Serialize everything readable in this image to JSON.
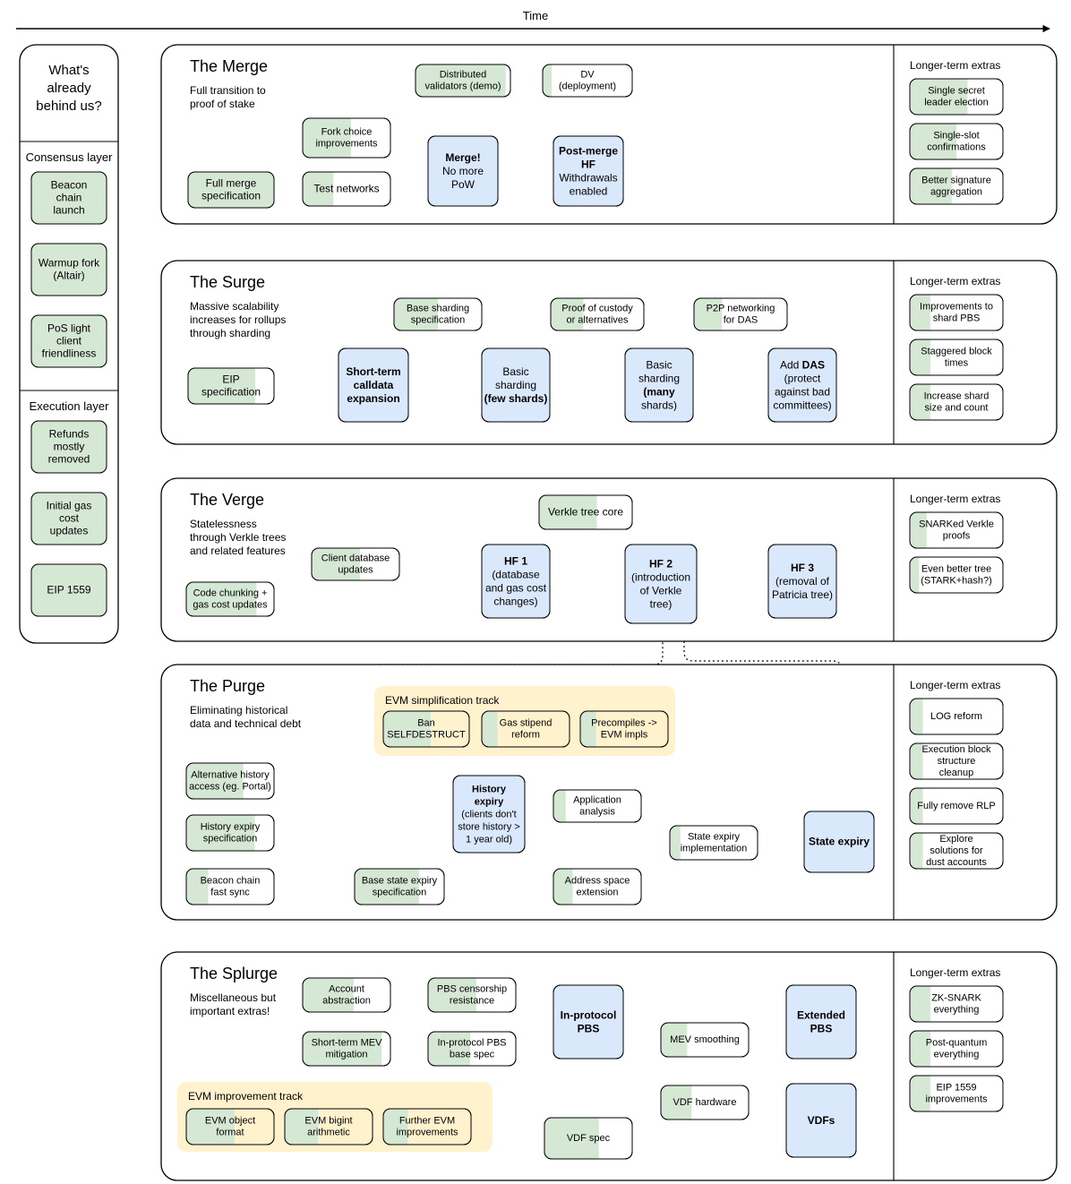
{
  "timeline": {
    "label": "Time"
  },
  "colors": {
    "green": "#d5e8d4",
    "green_stroke": "#82b366",
    "blue": "#dae8fc",
    "blue_stroke": "#6c8ebf",
    "yellow": "#fff2cc",
    "yellow_stroke": "#ffe6cc",
    "panel_stroke": "#000000",
    "background": "#ffffff"
  },
  "sidebar": {
    "title": "What's already behind us?",
    "groups": [
      {
        "heading": "Consensus layer",
        "items": [
          {
            "label": "Beacon chain launch",
            "fill": "green",
            "progress": 100
          },
          {
            "label": "Warmup fork (Altair)",
            "fill": "green",
            "progress": 100
          },
          {
            "label": "PoS light client friendliness",
            "fill": "green",
            "progress": 100
          }
        ]
      },
      {
        "heading": "Execution layer",
        "items": [
          {
            "label": "Refunds mostly removed",
            "fill": "green",
            "progress": 100
          },
          {
            "label": "Initial gas cost updates",
            "fill": "green",
            "progress": 100
          },
          {
            "label": "EIP 1559",
            "fill": "green",
            "progress": 100
          }
        ]
      }
    ]
  },
  "extras_heading": "Longer-term extras",
  "sections": [
    {
      "id": "merge",
      "title": "The Merge",
      "subtitle": "Full transition to proof of stake",
      "nodes": [
        {
          "id": "dv-demo",
          "label": "Distributed validators (demo)",
          "fill": "green",
          "progress": 95
        },
        {
          "id": "dv-deploy",
          "label": "DV (deployment)",
          "fill": "green",
          "progress": 10
        },
        {
          "id": "fork-choice",
          "label": "Fork choice improvements",
          "fill": "green",
          "progress": 55
        },
        {
          "id": "full-merge-spec",
          "label": "Full merge specification",
          "fill": "green",
          "progress": 100
        },
        {
          "id": "test-networks",
          "label": "Test networks",
          "fill": "green",
          "progress": 35
        },
        {
          "id": "merge",
          "label": "Merge! No more PoW",
          "bold_first": "Merge!",
          "fill": "blue",
          "progress": 0
        },
        {
          "id": "post-merge-hf",
          "label": "Post-merge HF Withdrawals enabled",
          "bold_first": "Post-merge HF",
          "fill": "blue",
          "progress": 0
        }
      ],
      "extras": [
        {
          "label": "Single secret leader election",
          "fill": "green",
          "progress": 62
        },
        {
          "label": "Single-slot confirmations",
          "fill": "green",
          "progress": 50
        },
        {
          "label": "Better signature aggregation",
          "fill": "green",
          "progress": 45
        }
      ]
    },
    {
      "id": "surge",
      "title": "The Surge",
      "subtitle": "Massive scalability increases for rollups through sharding",
      "nodes": [
        {
          "id": "base-shard-spec",
          "label": "Base sharding specification",
          "fill": "green",
          "progress": 50
        },
        {
          "id": "proof-custody",
          "label": "Proof of custody or alternatives",
          "fill": "green",
          "progress": 35
        },
        {
          "id": "p2p-das",
          "label": "P2P networking for DAS",
          "fill": "green",
          "progress": 30
        },
        {
          "id": "eip-spec",
          "label": "EIP specification",
          "fill": "green",
          "progress": 78
        },
        {
          "id": "calldata",
          "label": "Short-term calldata expansion",
          "bold_all": true,
          "fill": "blue",
          "progress": 0
        },
        {
          "id": "basic-sharding-few",
          "label": "Basic sharding (few shards)",
          "bold_tail": "(few shards)",
          "fill": "blue",
          "progress": 0
        },
        {
          "id": "basic-sharding-many",
          "label": "Basic sharding (many shards)",
          "bold_tail": "many",
          "fill": "blue",
          "progress": 0
        },
        {
          "id": "add-das",
          "label": "Add DAS (protect against bad committees)",
          "bold_tail": "DAS",
          "fill": "blue",
          "progress": 0
        }
      ],
      "extras": [
        {
          "label": "Improvements to shard PBS",
          "fill": "green",
          "progress": 22
        },
        {
          "label": "Staggered block times",
          "fill": "green",
          "progress": 22
        },
        {
          "label": "Increase shard size and count",
          "fill": "green",
          "progress": 22
        }
      ]
    },
    {
      "id": "verge",
      "title": "The Verge",
      "subtitle": "Statelessness through Verkle trees and related features",
      "nodes": [
        {
          "id": "verkle-core",
          "label": "Verkle tree core",
          "fill": "green",
          "progress": 62
        },
        {
          "id": "client-db",
          "label": "Client database updates",
          "fill": "green",
          "progress": 55
        },
        {
          "id": "code-chunking",
          "label": "Code chunking + gas cost updates",
          "fill": "green",
          "progress": 80
        },
        {
          "id": "hf1",
          "label": "HF 1 (database and gas cost changes)",
          "bold_first": "HF 1",
          "fill": "blue",
          "progress": 0
        },
        {
          "id": "hf2",
          "label": "HF 2 (introduction of Verkle tree)",
          "bold_first": "HF 2",
          "fill": "blue",
          "progress": 0
        },
        {
          "id": "hf3",
          "label": "HF 3 (removal of Patricia tree)",
          "bold_first": "HF 3",
          "fill": "blue",
          "progress": 0
        }
      ],
      "extras": [
        {
          "label": "SNARKed Verkle proofs",
          "fill": "green",
          "progress": 18
        },
        {
          "label": "Even better tree (STARK+hash?)",
          "fill": "green",
          "progress": 10
        }
      ]
    },
    {
      "id": "purge",
      "title": "The Purge",
      "subtitle": "Eliminating historical data and technical debt",
      "track": {
        "label": "EVM simplification track",
        "items": [
          {
            "label": "Ban SELFDESTRUCT",
            "fill": "green",
            "progress": 55
          },
          {
            "label": "Gas stipend reform",
            "fill": "green",
            "progress": 18
          },
          {
            "label": "Precompiles -> EVM impls",
            "fill": "green",
            "progress": 18
          }
        ]
      },
      "nodes": [
        {
          "id": "alt-history",
          "label": "Alternative history access (eg. Portal)",
          "fill": "green",
          "progress": 65
        },
        {
          "id": "history-spec",
          "label": "History expiry specification",
          "fill": "green",
          "progress": 78
        },
        {
          "id": "beacon-fast-sync",
          "label": "Beacon chain fast sync",
          "fill": "green",
          "progress": 25
        },
        {
          "id": "history-expiry",
          "label": "History expiry (clients don't store history > 1 year old)",
          "bold_first": "History expiry",
          "fill": "blue",
          "progress": 0
        },
        {
          "id": "app-analysis",
          "label": "Application analysis",
          "fill": "green",
          "progress": 14
        },
        {
          "id": "base-state-expiry",
          "label": "Base state expiry specification",
          "fill": "green",
          "progress": 72
        },
        {
          "id": "address-space",
          "label": "Address space extension",
          "fill": "green",
          "progress": 22
        },
        {
          "id": "state-expiry-impl",
          "label": "State expiry implementation",
          "fill": "green",
          "progress": 12
        },
        {
          "id": "state-expiry",
          "label": "State expiry",
          "bold_all": true,
          "fill": "blue",
          "progress": 0
        }
      ],
      "extras": [
        {
          "label": "LOG reform",
          "fill": "green",
          "progress": 14
        },
        {
          "label": "Execution block structure cleanup",
          "fill": "green",
          "progress": 14
        },
        {
          "label": "Fully remove RLP",
          "fill": "green",
          "progress": 14
        },
        {
          "label": "Explore solutions for dust accounts",
          "fill": "green",
          "progress": 14
        }
      ]
    },
    {
      "id": "splurge",
      "title": "The Splurge",
      "subtitle": "Miscellaneous but important extras!",
      "track": {
        "label": "EVM improvement track",
        "items": [
          {
            "label": "EVM object format",
            "fill": "green",
            "progress": 55
          },
          {
            "label": "EVM bigint arithmetic",
            "fill": "green",
            "progress": 38
          },
          {
            "label": "Further EVM improvements",
            "fill": "green",
            "progress": 28
          }
        ]
      },
      "nodes": [
        {
          "id": "account-abstraction",
          "label": "Account abstraction",
          "fill": "green",
          "progress": 58
        },
        {
          "id": "pbs-censorship",
          "label": "PBS censorship resistance",
          "fill": "green",
          "progress": 55
        },
        {
          "id": "short-term-mev",
          "label": "Short-term MEV mitigation",
          "fill": "green",
          "progress": 90
        },
        {
          "id": "inprotocol-pbs-spec",
          "label": "In-protocol PBS base spec",
          "fill": "green",
          "progress": 48
        },
        {
          "id": "inprotocol-pbs",
          "label": "In-protocol PBS",
          "bold_all": true,
          "fill": "blue",
          "progress": 0
        },
        {
          "id": "mev-smoothing",
          "label": "MEV smoothing",
          "fill": "green",
          "progress": 30
        },
        {
          "id": "extended-pbs",
          "label": "Extended PBS",
          "bold_all": true,
          "fill": "blue",
          "progress": 0
        },
        {
          "id": "vdf-hardware",
          "label": "VDF hardware",
          "fill": "green",
          "progress": 35
        },
        {
          "id": "vdf-spec",
          "label": "VDF spec",
          "fill": "green",
          "progress": 62
        },
        {
          "id": "vdfs",
          "label": "VDFs",
          "bold_all": true,
          "fill": "blue",
          "progress": 0
        }
      ],
      "extras": [
        {
          "label": "ZK-SNARK everything",
          "fill": "green",
          "progress": 22
        },
        {
          "label": "Post-quantum everything",
          "fill": "green",
          "progress": 22
        },
        {
          "label": "EIP 1559 improvements",
          "fill": "green",
          "progress": 22
        }
      ]
    }
  ]
}
